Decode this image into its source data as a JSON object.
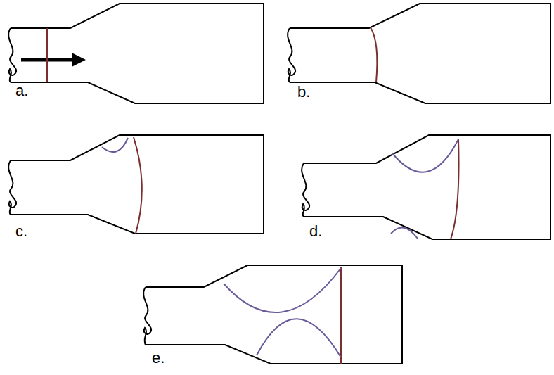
{
  "diagram": {
    "labels": [
      "a.",
      "b.",
      "c.",
      "d.",
      "e."
    ]
  }
}
